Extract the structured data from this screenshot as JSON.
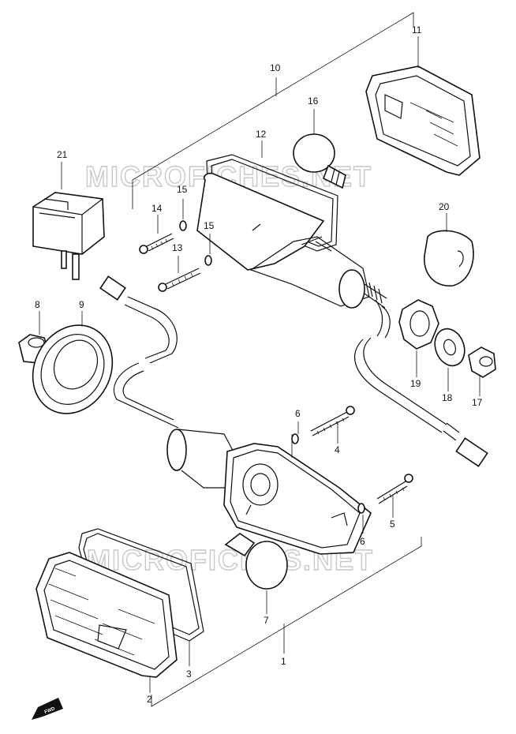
{
  "watermark": "MICROFICHES.NET",
  "fwd_label": "FWD",
  "callouts": {
    "c1": "1",
    "c2": "2",
    "c3": "3",
    "c4": "4",
    "c5": "5",
    "c6a": "6",
    "c6b": "6",
    "c7": "7",
    "c8": "8",
    "c9": "9",
    "c10": "10",
    "c11": "11",
    "c12": "12",
    "c13": "13",
    "c14": "14",
    "c15a": "15",
    "c15b": "15",
    "c16": "16",
    "c17": "17",
    "c18": "18",
    "c19": "19",
    "c20": "20",
    "c21": "21"
  }
}
